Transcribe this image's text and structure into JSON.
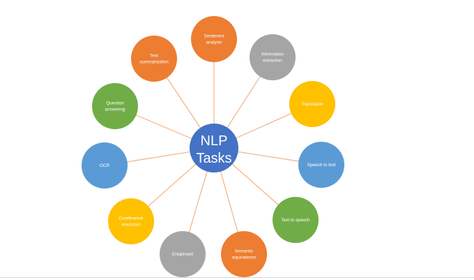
{
  "diagram": {
    "center": {
      "lines": [
        "NLP",
        "Tasks"
      ],
      "color": "#4472c4"
    },
    "connector_color": "#f4b183",
    "nodes": [
      {
        "name": "sentiment-analysis-node",
        "lines": [
          "Sentiment",
          "analysis"
        ],
        "color": "#ed7d31"
      },
      {
        "name": "information-extraction-node",
        "lines": [
          "Information",
          "extraction"
        ],
        "color": "#a5a5a5"
      },
      {
        "name": "translation-node",
        "lines": [
          "Translation"
        ],
        "color": "#ffc000"
      },
      {
        "name": "speech-to-text-node",
        "lines": [
          "Speech to text"
        ],
        "color": "#5b9bd5"
      },
      {
        "name": "text-to-speech-node",
        "lines": [
          "Text to speech"
        ],
        "color": "#70ad47"
      },
      {
        "name": "semantic-equivalence-node",
        "lines": [
          "Semantic",
          "equivalence"
        ],
        "color": "#ed7d31"
      },
      {
        "name": "entailment-node",
        "lines": [
          "Entailment"
        ],
        "color": "#a5a5a5"
      },
      {
        "name": "coreference-resolution-node",
        "lines": [
          "Coreference",
          "resolution"
        ],
        "color": "#ffc000"
      },
      {
        "name": "ocr-node",
        "lines": [
          "OCR"
        ],
        "color": "#5b9bd5"
      },
      {
        "name": "question-answering-node",
        "lines": [
          "Question",
          "answering"
        ],
        "color": "#70ad47"
      },
      {
        "name": "text-summarization-node",
        "lines": [
          "Text",
          "summarization"
        ],
        "color": "#ed7d31"
      }
    ]
  }
}
